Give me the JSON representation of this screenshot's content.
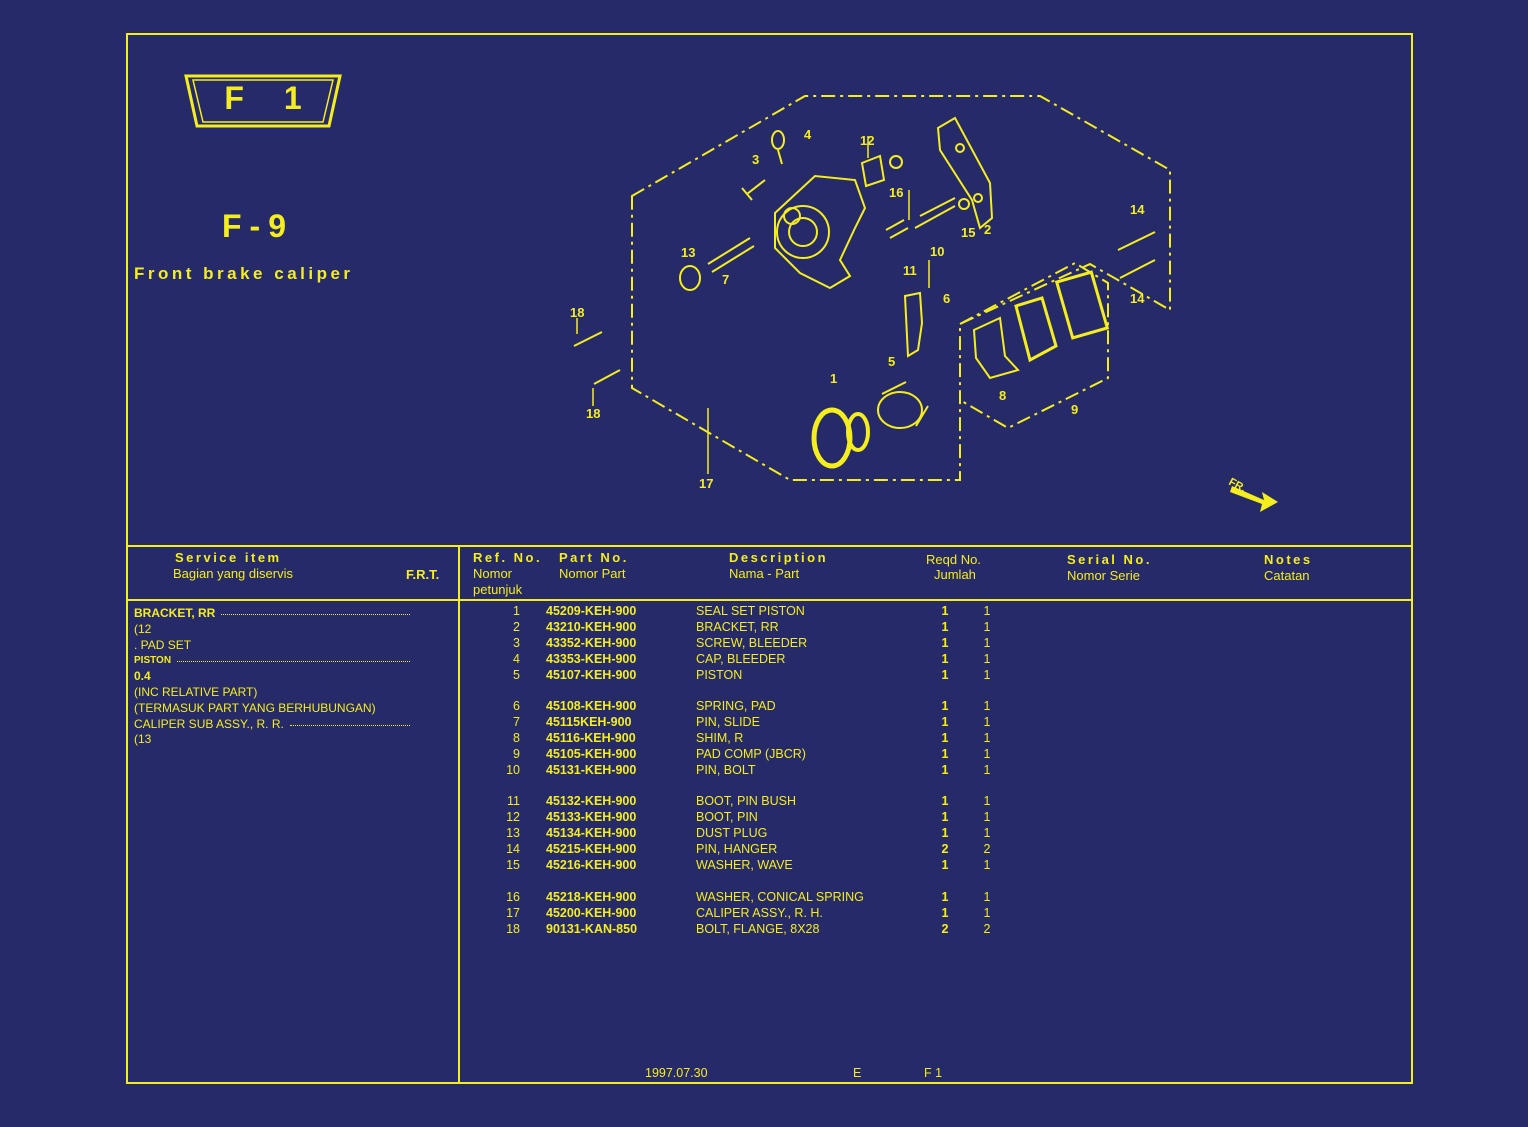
{
  "page": {
    "code_letter": "F",
    "code_number": "1",
    "section_code": "F-9",
    "section_title": "Front brake caliper"
  },
  "diagram": {
    "ref_labels": [
      "1",
      "2",
      "3",
      "4",
      "5",
      "6",
      "7",
      "8",
      "9",
      "10",
      "11",
      "12",
      "13",
      "14",
      "14",
      "15",
      "16",
      "17",
      "18",
      "18"
    ],
    "direction_label": "FR."
  },
  "service_header": {
    "en": "Service   item",
    "id": "Bagian yang diservis",
    "frt": "F.R.T."
  },
  "columns": {
    "ref_en": "Ref. No.",
    "ref_id_1": "Nomor",
    "ref_id_2": "petunjuk",
    "part_en": "Part No.",
    "part_id": "Nomor Part",
    "desc_en": "Description",
    "desc_id": "Nama - Part",
    "qty_en": "Reqd No.",
    "qty_id": "Jumlah",
    "serial_en": "Serial No.",
    "serial_id": "Nomor Serie",
    "notes_en": "Notes",
    "notes_id": "Catatan"
  },
  "service_items": [
    "BRACKET, RR",
    "(12",
    ". PAD SET",
    "PISTON",
    "0.4",
    "(INC RELATIVE PART)",
    "(TERMASUK PART YANG BERHUBUNGAN)",
    "CALIPER SUB ASSY., R. R.",
    "(13"
  ],
  "parts": [
    {
      "ref": "1",
      "part": "45209-KEH-900",
      "desc": "SEAL SET PISTON",
      "q1": "1",
      "q2": "1"
    },
    {
      "ref": "2",
      "part": "43210-KEH-900",
      "desc": "BRACKET, RR",
      "q1": "1",
      "q2": "1"
    },
    {
      "ref": "3",
      "part": "43352-KEH-900",
      "desc": "SCREW, BLEEDER",
      "q1": "1",
      "q2": "1"
    },
    {
      "ref": "4",
      "part": "43353-KEH-900",
      "desc": "CAP, BLEEDER",
      "q1": "1",
      "q2": "1"
    },
    {
      "ref": "5",
      "part": "45107-KEH-900",
      "desc": "PISTON",
      "q1": "1",
      "q2": "1"
    },
    {
      "ref": "6",
      "part": "45108-KEH-900",
      "desc": "SPRING, PAD",
      "q1": "1",
      "q2": "1"
    },
    {
      "ref": "7",
      "part": "45115KEH-900",
      "desc": "PIN, SLIDE",
      "q1": "1",
      "q2": "1"
    },
    {
      "ref": "8",
      "part": "45116-KEH-900",
      "desc": "SHIM, R",
      "q1": "1",
      "q2": "1"
    },
    {
      "ref": "9",
      "part": "45105-KEH-900",
      "desc": "PAD COMP (JBCR)",
      "q1": "1",
      "q2": "1"
    },
    {
      "ref": "10",
      "part": "45131-KEH-900",
      "desc": "PIN, BOLT",
      "q1": "1",
      "q2": "1"
    },
    {
      "ref": "11",
      "part": "45132-KEH-900",
      "desc": "BOOT, PIN BUSH",
      "q1": "1",
      "q2": "1"
    },
    {
      "ref": "12",
      "part": "45133-KEH-900",
      "desc": "BOOT, PIN",
      "q1": "1",
      "q2": "1"
    },
    {
      "ref": "13",
      "part": "45134-KEH-900",
      "desc": "DUST PLUG",
      "q1": "1",
      "q2": "1"
    },
    {
      "ref": "14",
      "part": "45215-KEH-900",
      "desc": "PIN, HANGER",
      "q1": "2",
      "q2": "2"
    },
    {
      "ref": "15",
      "part": "45216-KEH-900",
      "desc": "WASHER, WAVE",
      "q1": "1",
      "q2": "1"
    },
    {
      "ref": "16",
      "part": "45218-KEH-900",
      "desc": "WASHER, CONICAL SPRING",
      "q1": "1",
      "q2": "1"
    },
    {
      "ref": "17",
      "part": "45200-KEH-900",
      "desc": "CALIPER ASSY., R. H.",
      "q1": "1",
      "q2": "1"
    },
    {
      "ref": "18",
      "part": "90131-KAN-850",
      "desc": "BOLT, FLANGE, 8X28",
      "q1": "2",
      "q2": "2"
    }
  ],
  "footer": {
    "date": "1997.07.30",
    "lang": "E",
    "page": "F 1"
  },
  "colors": {
    "background": "#262a68",
    "ink": "#f4ee1e"
  }
}
